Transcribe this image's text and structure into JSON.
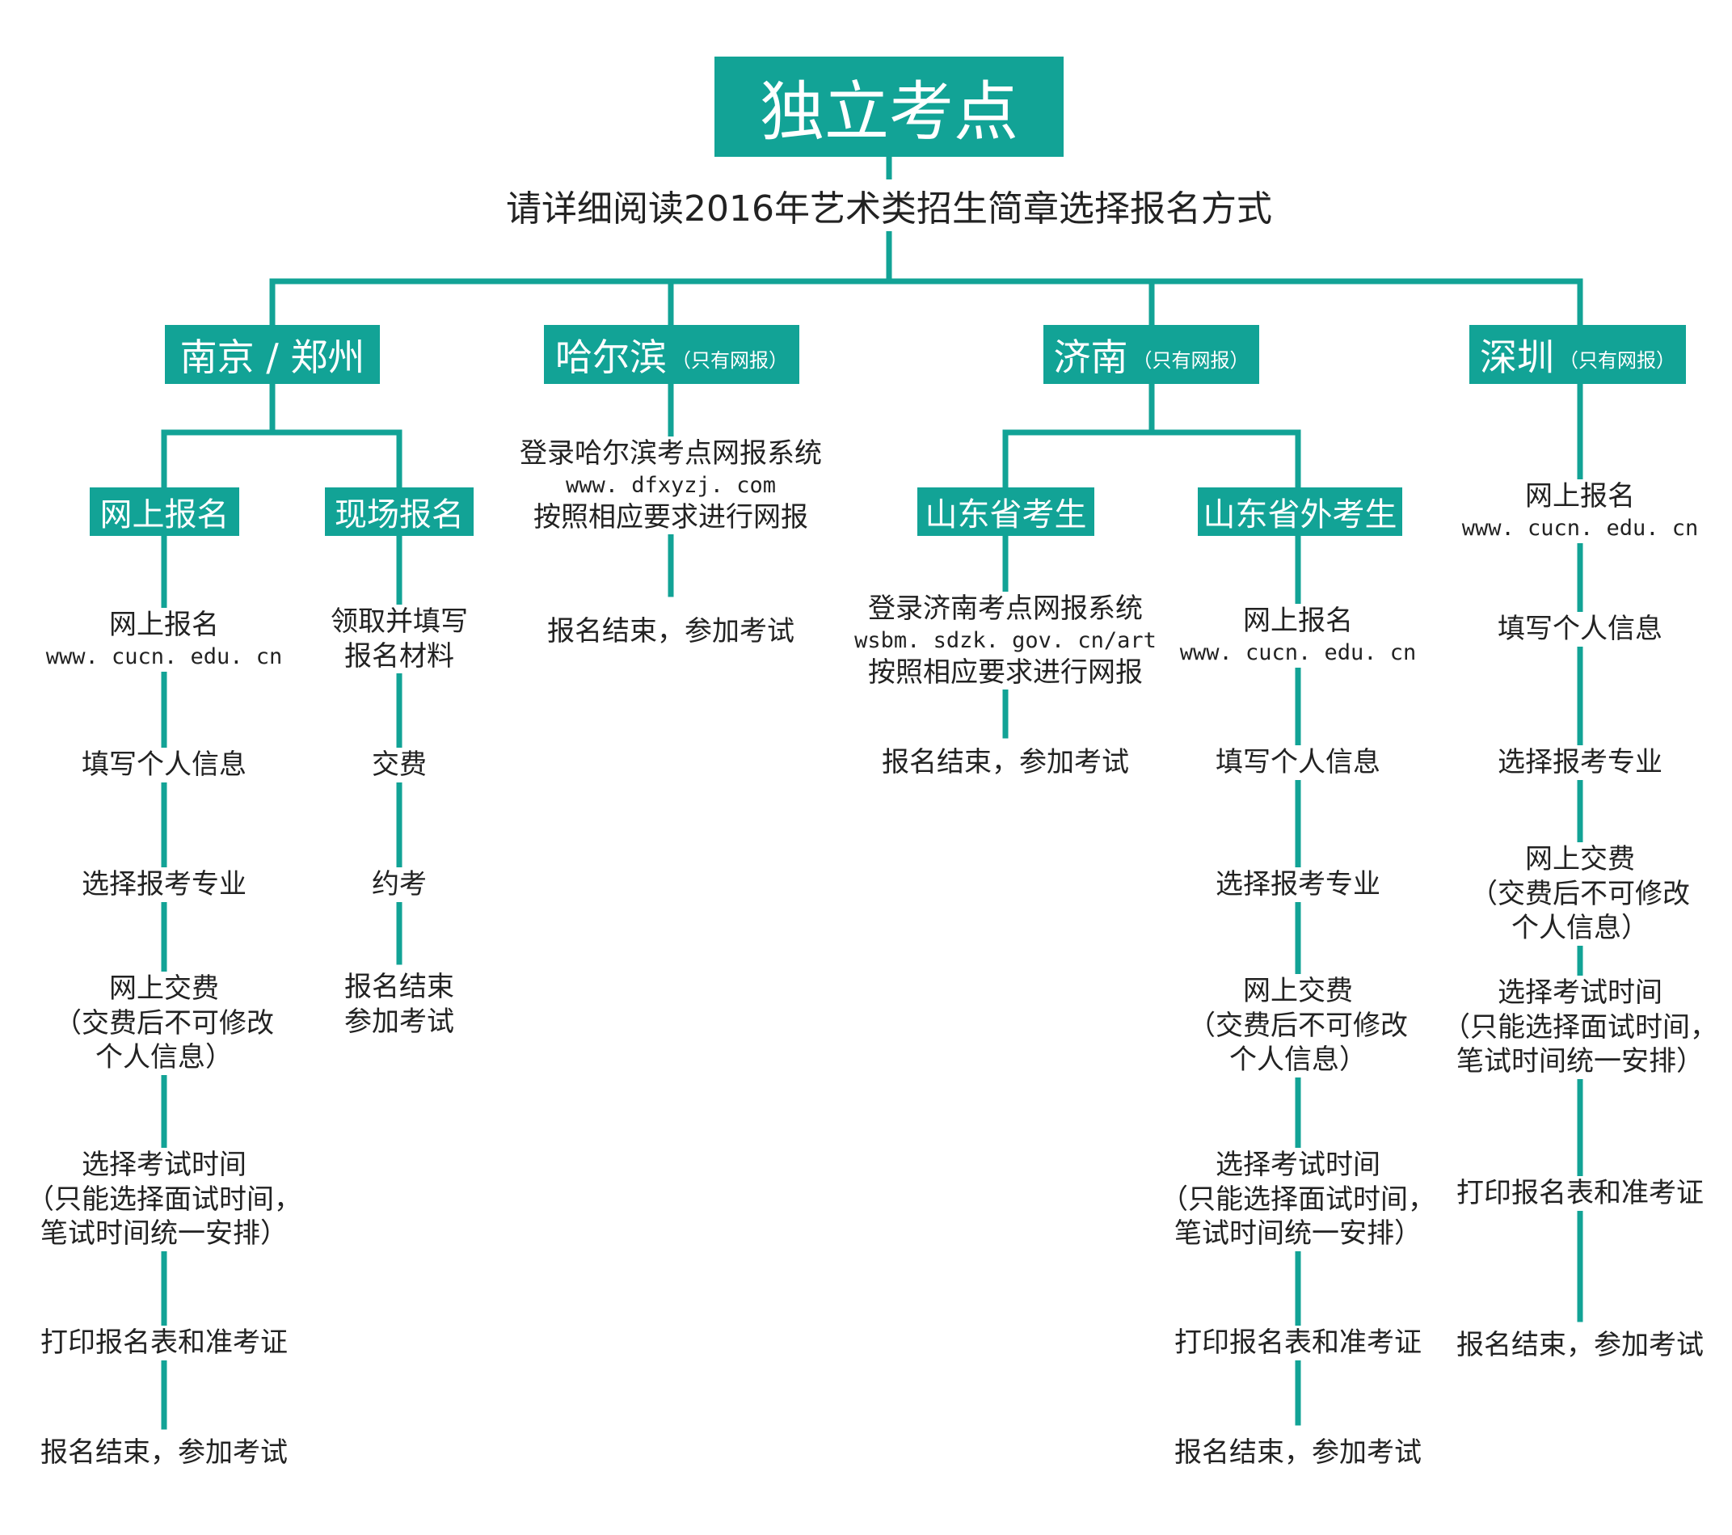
{
  "title": "独立考点",
  "subtitle": "请详细阅读2016年艺术类招生简章选择报名方式",
  "branches": {
    "nanjing": {
      "name": "南京 / 郑州",
      "online": {
        "label": "网上报名",
        "step1": "网上报名",
        "url": "www. cucn. edu. cn",
        "step2": "填写个人信息",
        "step3": "选择报考专业",
        "step4": [
          "网上交费",
          "（交费后不可修改",
          "个人信息）"
        ],
        "step5": [
          "选择考试时间",
          "（只能选择面试时间，",
          "笔试时间统一安排）"
        ],
        "step6": "打印报名表和准考证",
        "step7": "报名结束，参加考试"
      },
      "onsite": {
        "label": "现场报名",
        "step1": [
          "领取并填写",
          "报名材料"
        ],
        "step2": "交费",
        "step3": "约考",
        "step4": [
          "报名结束",
          "参加考试"
        ]
      }
    },
    "harbin": {
      "name": "哈尔滨",
      "note": "（只有网报）",
      "text1": "登录哈尔滨考点网报系统",
      "url": "www. dfxyzj. com",
      "text2": "按照相应要求进行网报",
      "end": "报名结束，参加考试"
    },
    "jinan": {
      "name": "济南",
      "note": "（只有网报）",
      "local": {
        "label": "山东省考生",
        "text1": "登录济南考点网报系统",
        "url": "wsbm. sdzk. gov. cn/art",
        "text2": "按照相应要求进行网报",
        "end": "报名结束，参加考试"
      },
      "outside": {
        "label": "山东省外考生",
        "step1": "网上报名",
        "url": "www. cucn. edu. cn",
        "step2": "填写个人信息",
        "step3": "选择报考专业",
        "step4": [
          "网上交费",
          "（交费后不可修改",
          "个人信息）"
        ],
        "step5": [
          "选择考试时间",
          "（只能选择面试时间，",
          "笔试时间统一安排）"
        ],
        "step6": "打印报名表和准考证",
        "step7": "报名结束，参加考试"
      }
    },
    "shenzhen": {
      "name": "深圳",
      "note": "（只有网报）",
      "step1": "网上报名",
      "url": "www. cucn. edu. cn",
      "step2": "填写个人信息",
      "step3": "选择报考专业",
      "step4": [
        "网上交费",
        "（交费后不可修改",
        "个人信息）"
      ],
      "step5": [
        "选择考试时间",
        "（只能选择面试时间，",
        "笔试时间统一安排）"
      ],
      "step6": "打印报名表和准考证",
      "step7": "报名结束，参加考试"
    }
  },
  "colors": {
    "accent": "#12a396",
    "text": "#222222"
  }
}
